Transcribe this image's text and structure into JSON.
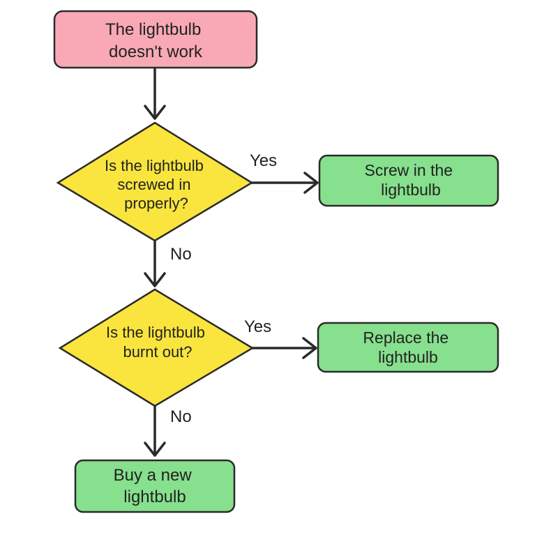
{
  "colors": {
    "start": "#f8a9b5",
    "decision": "#f9e53d",
    "action": "#86e08d",
    "stroke": "#2a2a2a",
    "text": "#222222"
  },
  "nodes": {
    "start": {
      "line1": "The lightbulb",
      "line2": "doesn't work"
    },
    "decision1": {
      "line1": "Is the lightbulb",
      "line2": "screwed in",
      "line3": "properly?"
    },
    "action_screw": {
      "line1": "Screw in the",
      "line2": "lightbulb"
    },
    "decision2": {
      "line1": "Is the lightbulb",
      "line2": "burnt out?"
    },
    "action_replace": {
      "line1": "Replace the",
      "line2": "lightbulb"
    },
    "action_buy": {
      "line1": "Buy a new",
      "line2": "lightbulb"
    }
  },
  "edges": {
    "d1_yes": "Yes",
    "d1_no": "No",
    "d2_yes": "Yes",
    "d2_no": "No"
  }
}
